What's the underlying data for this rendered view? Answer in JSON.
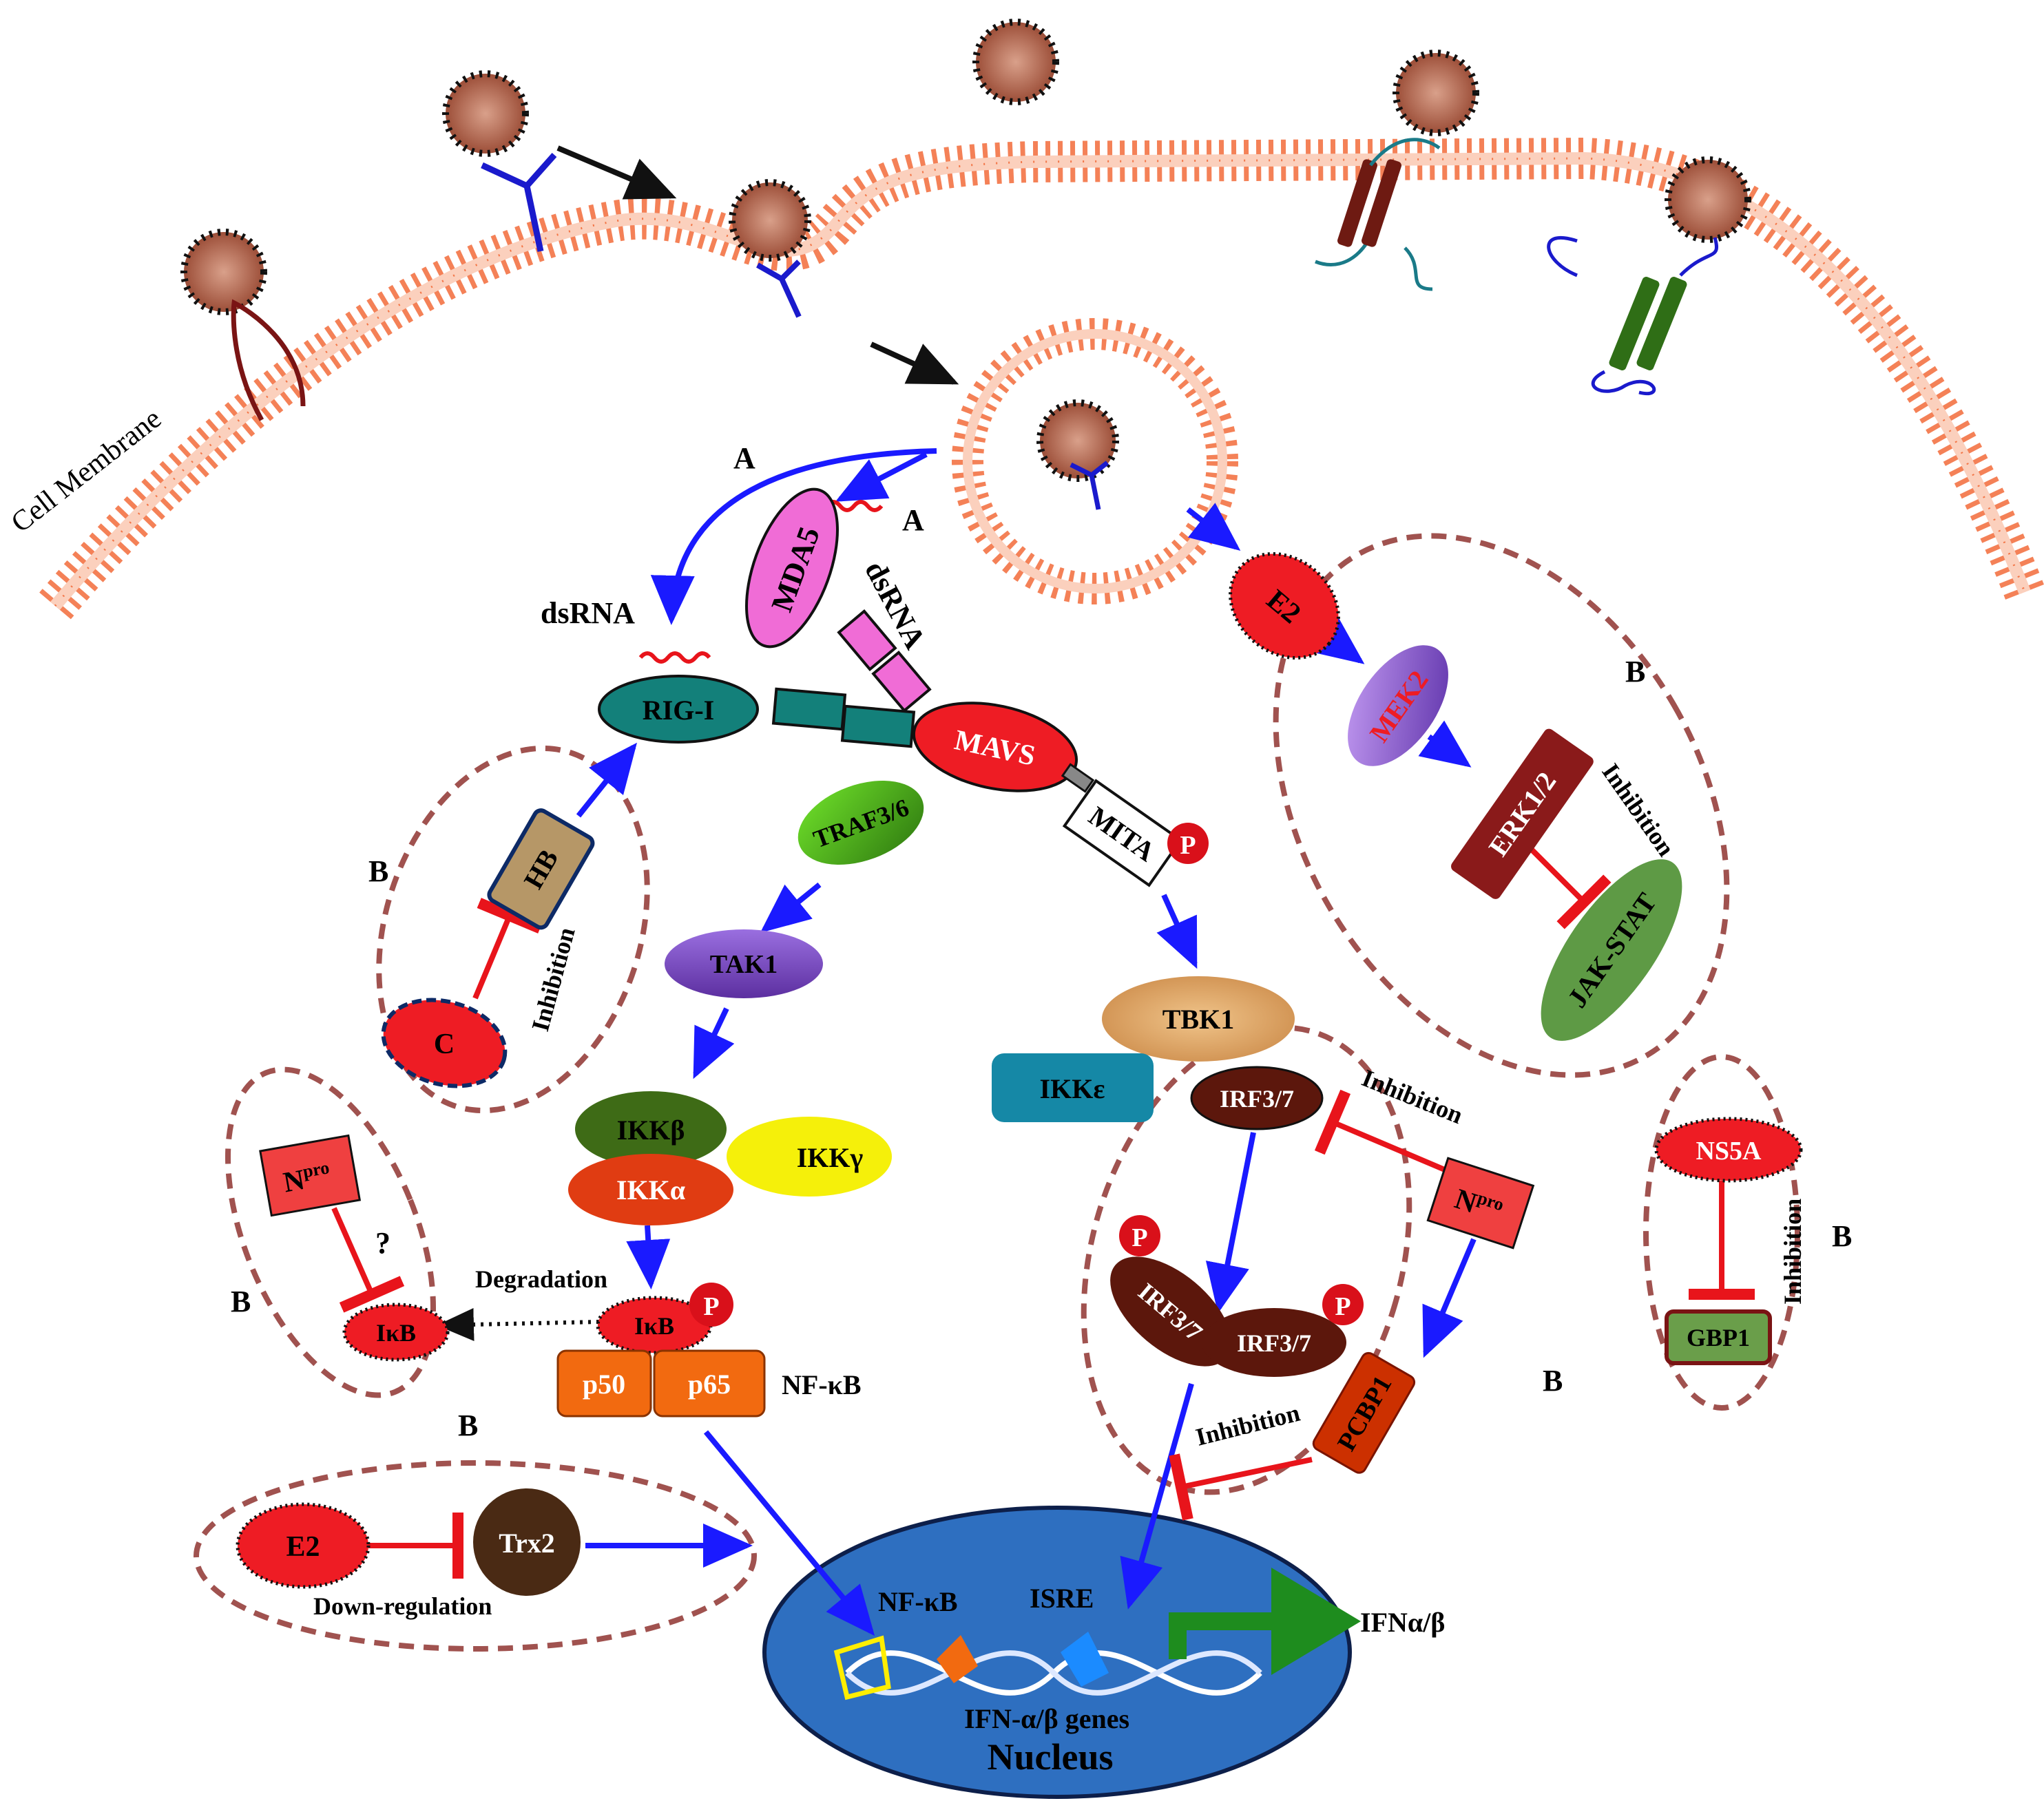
{
  "membrane_label": "Cell Membrane",
  "pathway_letters": {
    "a": "A",
    "b": "B"
  },
  "rna": {
    "dsrna": "dsRNA"
  },
  "molecules": {
    "mda5": "MDA5",
    "rig_i": "RIG-I",
    "mavs": "MAVS",
    "traf": "TRAF3/6",
    "mita": "MITA",
    "phospho": "P",
    "tak1": "TAK1",
    "tbk1": "TBK1",
    "ikke": "IKKε",
    "ikkb": "IKKβ",
    "ikkg": "IKKγ",
    "ikka": "IKKα",
    "ikb": "IκB",
    "p50": "p50",
    "p65": "p65",
    "nfkb": "NF-κB",
    "irf": "IRF3/7",
    "pcbp1": "PCBP1",
    "npro_base": "N",
    "npro_sup": "pro",
    "hb": "HB",
    "c": "C",
    "e2": "E2",
    "mek2": "MEK2",
    "erk": "ERK1/2",
    "jakstat": "JAK-STAT",
    "trx2": "Trx2",
    "ns5a": "NS5A",
    "gbp1": "GBP1"
  },
  "annotations": {
    "inhibition": "Inhibition",
    "degradation": "Degradation",
    "downregulation": "Down-regulation",
    "question": "?"
  },
  "nucleus": {
    "nfkb_site": "NF-κB",
    "isre": "ISRE",
    "genes": "IFN-α/β genes",
    "label": "Nucleus",
    "output": "IFNα/β"
  },
  "colors": {
    "membrane": "#f26b3a",
    "activation": "#1a1aff",
    "inhibition": "#e8141b",
    "box": "#a0524f",
    "nucleus": "#2e6fc0",
    "virus": "#b5674f"
  }
}
